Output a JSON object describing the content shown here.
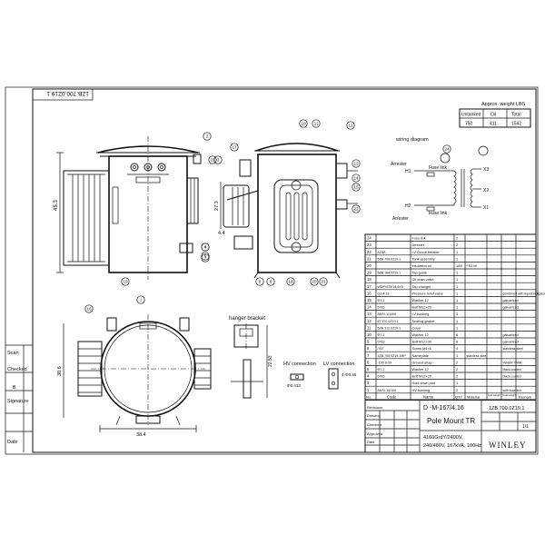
{
  "drawing": {
    "number_rotated": "1ZB.700.0Z19.1",
    "weight_table": {
      "caption": "Approx. weight LBS",
      "headers": [
        "Untanked",
        "Oil",
        "Total"
      ],
      "values": [
        "750",
        "411",
        "1542"
      ]
    },
    "wiring": {
      "title": "wiring diagram",
      "labels": [
        "Arrester",
        "H1",
        "Fuse link",
        "H2",
        "Fuse link",
        "Arrester",
        "X3",
        "X2",
        "X1"
      ]
    },
    "detail_titles": {
      "hanger": "hanger bracket",
      "hv": "HV connection",
      "lv": "LV connection"
    },
    "dims": {
      "front_height": "45.3",
      "top_diameter": "30.6",
      "top_width": "38.4",
      "side_a": "27.3",
      "side_b": "4.4",
      "bracket": "22.53",
      "hv_d": "Φ0.433",
      "lv_d": "4-Φ0.55"
    },
    "balloons": [
      "1",
      "2",
      "3",
      "4",
      "5",
      "6",
      "7",
      "8",
      "9",
      "10",
      "11",
      "12",
      "13",
      "14",
      "15",
      "16",
      "17",
      "18",
      "19",
      "20",
      "21",
      "22",
      "23",
      "24"
    ]
  },
  "bom": {
    "rows": [
      {
        "no": "24",
        "code": "",
        "name": "Fuse link",
        "qty": "2",
        "material": "",
        "remark": ""
      },
      {
        "no": "23",
        "code": "",
        "name": "Arrester",
        "qty": "2",
        "material": "",
        "remark": ""
      },
      {
        "no": "22",
        "code": "AZ8A",
        "name": "LV Circuit breaker",
        "qty": "1",
        "material": "",
        "remark": ""
      },
      {
        "no": "21",
        "code": "5ZB.700.0Z19.1",
        "name": "Tank assembly",
        "qty": "1",
        "material": "",
        "remark": ""
      },
      {
        "no": "20",
        "code": "",
        "name": "Insulation oil",
        "qty": "189",
        "material": "FR3 oil",
        "remark": ""
      },
      {
        "no": "19",
        "code": "5ZB.184.0Z19.1",
        "name": "Tap guide",
        "qty": "1",
        "material": "",
        "remark": ""
      },
      {
        "no": "18",
        "code": "",
        "name": "Oil drain valve",
        "qty": "1",
        "material": "",
        "remark": ""
      },
      {
        "no": "17",
        "code": "WDPVI25/18-6X5",
        "name": "Tap changer",
        "qty": "1",
        "material": "",
        "remark": ""
      },
      {
        "no": "16",
        "code": "Q1/4-18",
        "name": "Pressure relief valve",
        "qty": "1",
        "material": "",
        "remark": "combined with liquid indicator"
      },
      {
        "no": "15",
        "code": "Φ7.2",
        "name": "Washer 12",
        "qty": "1",
        "material": "",
        "remark": "galvanized"
      },
      {
        "no": "14",
        "code": "5783",
        "name": "Bolt M12×25",
        "qty": "1",
        "material": "",
        "remark": "galvanized"
      },
      {
        "no": "13",
        "code": "ANSI-1/1400",
        "name": "LV bushing",
        "qty": "3",
        "material": "",
        "remark": ""
      },
      {
        "no": "12",
        "code": "8T.370.0Z19.1",
        "name": "Sealing gasket",
        "qty": "1",
        "material": "",
        "remark": ""
      },
      {
        "no": "11",
        "code": "5ZB.312.0Z19.1",
        "name": "Cover",
        "qty": "1",
        "material": "",
        "remark": ""
      },
      {
        "no": "10",
        "code": "Φ7.2",
        "name": "Washer 12",
        "qty": "8",
        "material": "",
        "remark": "galvanized"
      },
      {
        "no": "9",
        "code": "5783",
        "name": "Bolt M12×30",
        "qty": "8",
        "material": "",
        "remark": "galvanized"
      },
      {
        "no": "8",
        "code": "/767",
        "name": "Screw M4×6",
        "qty": "4",
        "material": "",
        "remark": "stainless steel"
      },
      {
        "no": "7",
        "code": "1ZB.700.0Z19.1MP",
        "name": "Nameplate",
        "qty": "1",
        "material": "stainless steel",
        "remark": ""
      },
      {
        "no": "6",
        "code": "-190.8-30",
        "name": "Ground strap",
        "qty": "2",
        "material": "",
        "remark": "INNER TANK"
      },
      {
        "no": "5",
        "code": "Φ7.2",
        "name": "Washer 12",
        "qty": "2",
        "material": "",
        "remark": "black coated"
      },
      {
        "no": "4",
        "code": "5783",
        "name": "Bolt M12×20",
        "qty": "2",
        "material": "",
        "remark": "black coated"
      },
      {
        "no": "3",
        "code": "",
        "name": "Hold down pad",
        "qty": "1",
        "material": "",
        "remark": ""
      },
      {
        "no": "1",
        "code": "ANSI-15/100",
        "name": "HV bushing",
        "qty": "2",
        "material": "",
        "remark": "with fuse link"
      }
    ],
    "headers": {
      "no": "No.",
      "code": "Code",
      "name": "Name",
      "qty": "QTY",
      "material": "Material",
      "unit": "Unit weight",
      "total": "Total weight",
      "remark": "Remark"
    }
  },
  "title_block": {
    "drawing_id": "D -M-167/4.16",
    "title": "Pole Mount TR",
    "spec_line1": "4160GrdY/2400V,",
    "spec_line2": "240/480V, 167kVA, 100Hz",
    "company": "WINLEY",
    "doc_number": "1ZB.700.0Z19.1",
    "scale_label": "",
    "sheet_label": "1/1",
    "left_rows": [
      "Revisions",
      "Drawing",
      "Checked",
      "Approved",
      "Date"
    ]
  },
  "side_strip": {
    "labels": [
      "Scan",
      "Checked",
      "В",
      "Signature",
      "Date"
    ]
  }
}
